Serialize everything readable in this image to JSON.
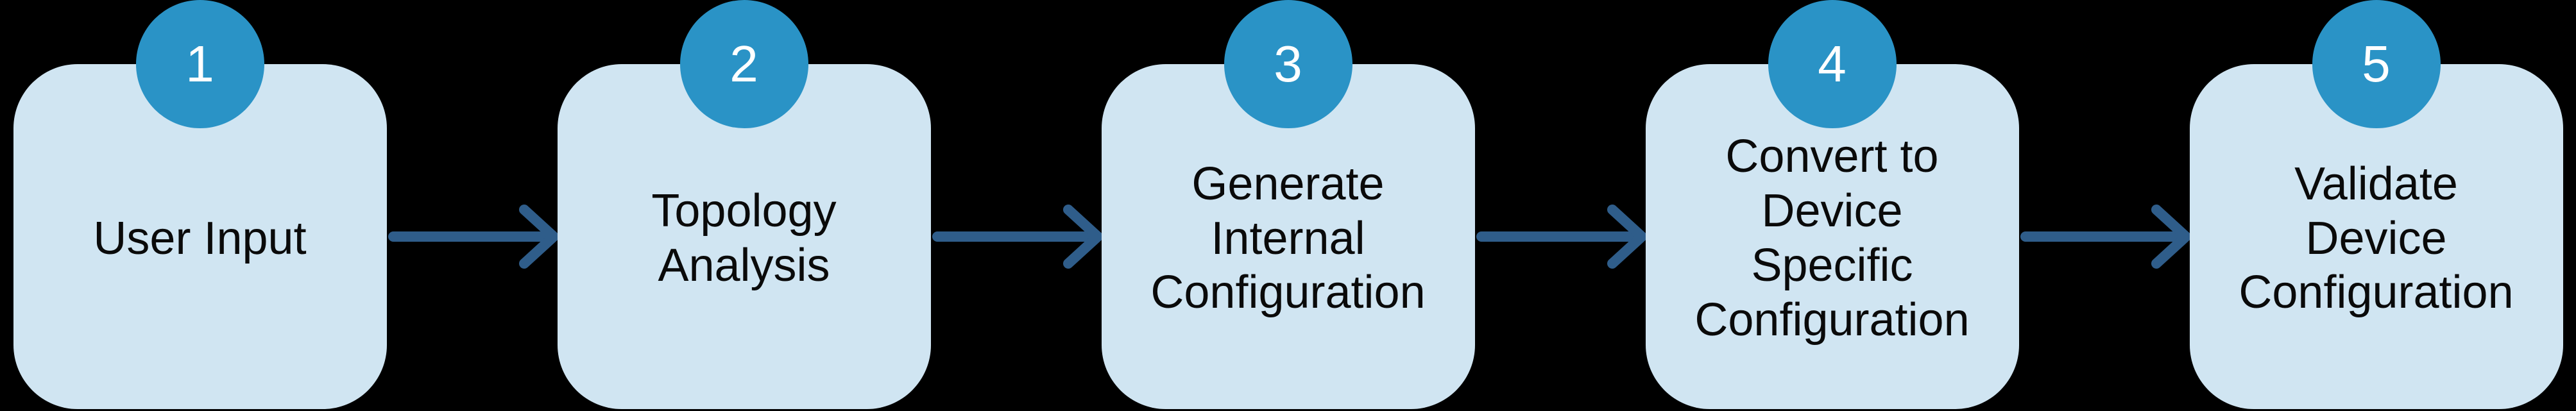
{
  "diagram": {
    "type": "flowchart",
    "direction": "left-to-right",
    "colors": {
      "background": "#000000",
      "box_fill": "#d0e5f2",
      "badge_fill": "#2a93c6",
      "arrow_color": "#2f5d8a",
      "label_color": "#0a0a0a",
      "number_color": "#ffffff"
    },
    "steps": [
      {
        "number": "1",
        "label": "User Input"
      },
      {
        "number": "2",
        "label": "Topology\nAnalysis"
      },
      {
        "number": "3",
        "label": "Generate\nInternal\nConfiguration"
      },
      {
        "number": "4",
        "label": "Convert to\nDevice\nSpecific\nConfiguration"
      },
      {
        "number": "5",
        "label": "Validate\nDevice\nConfiguration"
      }
    ]
  }
}
